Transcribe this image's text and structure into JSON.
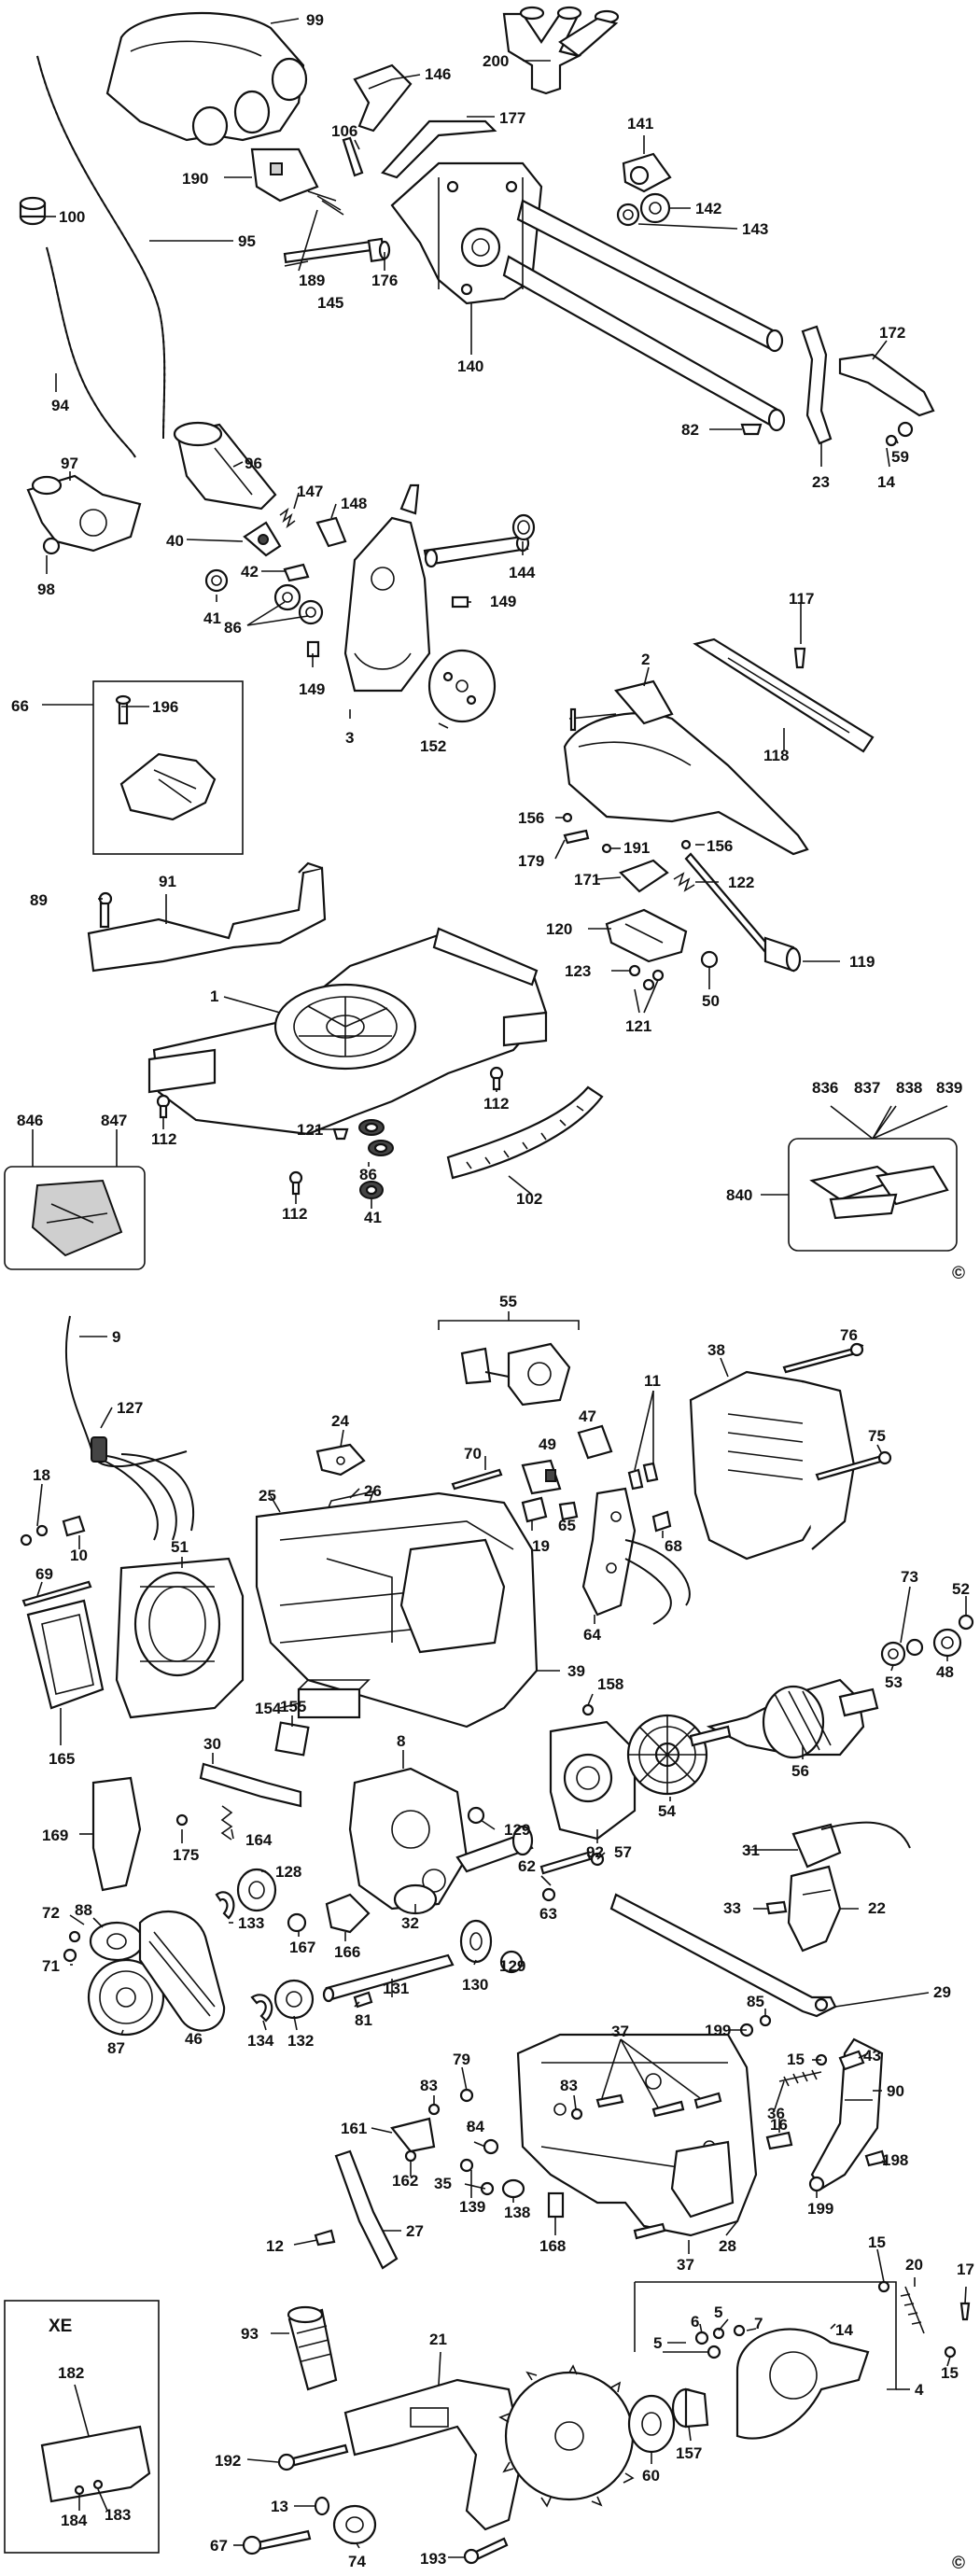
{
  "diagram": {
    "copyright_symbol": "©",
    "kit_box_title": "XE",
    "labels_top": [
      "99",
      "200",
      "146",
      "106",
      "177",
      "141",
      "142",
      "143",
      "190",
      "100",
      "95",
      "189",
      "145",
      "176",
      "140",
      "172",
      "94",
      "82",
      "59",
      "23",
      "14",
      "97",
      "96",
      "147",
      "148",
      "144",
      "40",
      "42",
      "149",
      "41",
      "86",
      "98",
      "117",
      "149",
      "66",
      "196",
      "3",
      "152",
      "2",
      "118",
      "156",
      "179",
      "191",
      "156",
      "122",
      "89",
      "91",
      "171",
      "120",
      "119",
      "123",
      "50",
      "121",
      "1",
      "846",
      "847",
      "112",
      "121",
      "112",
      "836",
      "837",
      "838",
      "839",
      "840",
      "86",
      "102",
      "112",
      "41"
    ],
    "labels_bottom": [
      "9",
      "55",
      "76",
      "127",
      "38",
      "11",
      "24",
      "47",
      "70",
      "49",
      "75",
      "18",
      "26",
      "25",
      "65",
      "10",
      "68",
      "19",
      "51",
      "69",
      "64",
      "73",
      "52",
      "39",
      "53",
      "48",
      "165",
      "154",
      "158",
      "56",
      "30",
      "155",
      "8",
      "92",
      "54",
      "169",
      "175",
      "164",
      "129",
      "31",
      "62",
      "57",
      "128",
      "72",
      "88",
      "133",
      "167",
      "166",
      "32",
      "22",
      "33",
      "63",
      "71",
      "87",
      "46",
      "81",
      "131",
      "130",
      "129",
      "29",
      "134",
      "132",
      "199",
      "85",
      "79",
      "37",
      "90",
      "15",
      "43",
      "83",
      "161",
      "36",
      "16",
      "84",
      "83",
      "162",
      "35",
      "138",
      "199",
      "198",
      "139",
      "168",
      "12",
      "27",
      "28",
      "37",
      "15",
      "20",
      "17",
      "182",
      "93",
      "21",
      "7",
      "5",
      "6",
      "14",
      "5",
      "15",
      "4",
      "192",
      "184",
      "183",
      "157",
      "60",
      "13",
      "67",
      "74",
      "193"
    ]
  }
}
